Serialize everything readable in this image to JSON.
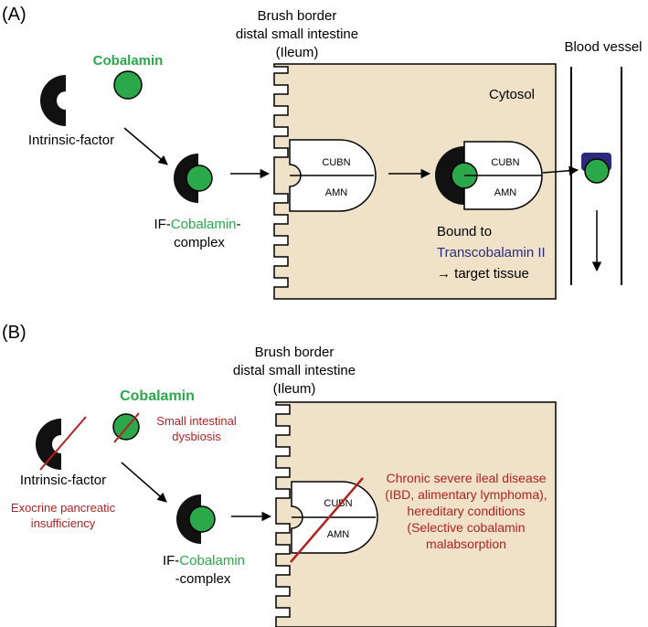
{
  "panel_a": {
    "label": "(A)",
    "title_line1": "Brush border",
    "title_line2": "distal small intestine",
    "title_line3": "(Ileum)",
    "cobalamin": "Cobalamin",
    "intrinsic_factor": "Intrinsic-factor",
    "complex_prefix": "IF-",
    "complex_cobalamin": "Cobalamin",
    "complex_dash": "-",
    "complex_suffix": "complex",
    "cytosol": "Cytosol",
    "receptor_top": "CUBN",
    "receptor_bottom": "AMN",
    "blood_vessel": "Blood vessel",
    "bound_line1": "Bound to",
    "bound_line2": "Transcobalamin II",
    "bound_line3": "→ target tissue"
  },
  "panel_b": {
    "label": "(B)",
    "title_line1": "Brush border",
    "title_line2": "distal small intestine",
    "title_line3": "(Ileum)",
    "cobalamin": "Cobalamin",
    "dysbiosis_line1": "Small intestinal",
    "dysbiosis_line2": "dysbiosis",
    "intrinsic_factor": "Intrinsic-factor",
    "epi_line1": "Exocrine pancreatic",
    "epi_line2": "insufficiency",
    "complex_prefix": "IF-",
    "complex_cobalamin": "Cobalamin",
    "complex_suffix": "-complex",
    "receptor_top": "CUBN",
    "receptor_bottom": "AMN",
    "disease_line1": "Chronic severe ileal disease",
    "disease_line2": "(IBD, alimentary lymphoma),",
    "disease_line3": "hereditary conditions",
    "disease_line4": "(Selective cobalamin",
    "disease_line5": "malabsorption"
  },
  "colors": {
    "green": "#2aa84a",
    "red": "#b22222",
    "navy": "#2b2b7a",
    "cell_fill": "#efe2c8",
    "black": "#000000"
  }
}
